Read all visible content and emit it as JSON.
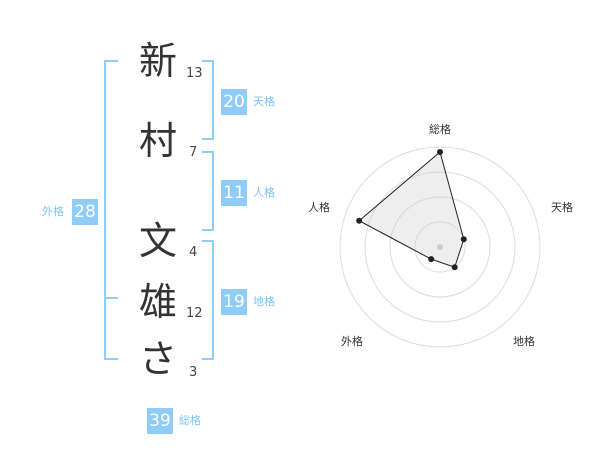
{
  "name": {
    "characters": [
      {
        "char": "新",
        "strokes": "13"
      },
      {
        "char": "村",
        "strokes": "7"
      },
      {
        "char": "文",
        "strokes": "4"
      },
      {
        "char": "雄",
        "strokes": "12"
      },
      {
        "char": "さ",
        "strokes": "3"
      }
    ]
  },
  "fortunes": {
    "tenkaku": {
      "label": "天格",
      "value": "20"
    },
    "jinkaku": {
      "label": "人格",
      "value": "11"
    },
    "chikaku": {
      "label": "地格",
      "value": "19"
    },
    "gaikaku": {
      "label": "外格",
      "value": "28"
    },
    "soukaku": {
      "label": "総格",
      "value": "39"
    }
  },
  "radar": {
    "axes": [
      "総格",
      "天格",
      "地格",
      "外格",
      "人格"
    ],
    "values": [
      0.95,
      0.25,
      0.25,
      0.15,
      0.85
    ],
    "rings": 4
  },
  "colors": {
    "accent": "#8fcdf8",
    "bracket": "#90cdf5",
    "text": "#333333"
  }
}
